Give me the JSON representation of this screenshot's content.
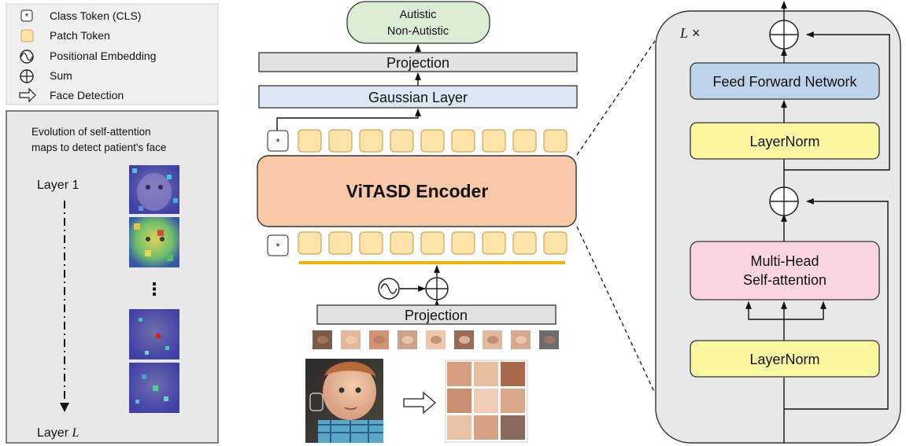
{
  "legend": {
    "cls_symbol": "*",
    "cls_token": "Class Token (CLS)",
    "patch_token": "Patch Token",
    "positional_embedding": "Positional Embedding",
    "sum": "Sum",
    "face_detection": "Face Detection"
  },
  "attention_panel": {
    "caption_line1": "Evolution of self-attention",
    "caption_line2": "maps to detect patient's face",
    "layer_first": "Layer 1",
    "ellipsis": "⋮",
    "layer_last_prefix": "Layer ",
    "layer_last_var": "L"
  },
  "pipeline": {
    "output_line1": "Autistic",
    "output_line2": "Non-Autistic",
    "projection_top": "Projection",
    "gaussian_layer": "Gaussian Layer",
    "encoder": "ViTASD Encoder",
    "projection_bottom": "Projection",
    "cls_symbol": "*",
    "patch_tokens_per_row": 9
  },
  "encoder_block": {
    "repeat_var": "L",
    "repeat_symbol": "×",
    "ffn": "Feed Forward Network",
    "layernorm_top": "LayerNorm",
    "mhsa_line1": "Multi-Head",
    "mhsa_line2": "Self-attention",
    "layernorm_bottom": "LayerNorm"
  },
  "colors": {
    "patch_fill": "#fde3a7",
    "patch_stroke": "#c9a860",
    "output_fill": "#dcedd6",
    "gaussian_fill": "#dbe8f4",
    "projection_fill": "#e2e2e2",
    "encoder_fill": "#f8c8a8",
    "ffn_fill": "#bcd3ea",
    "layernorm_fill": "#fbf7a0",
    "mhsa_fill": "#fad4e0",
    "panel_fill": "#e8e8e8",
    "underline": "#f0b400"
  }
}
